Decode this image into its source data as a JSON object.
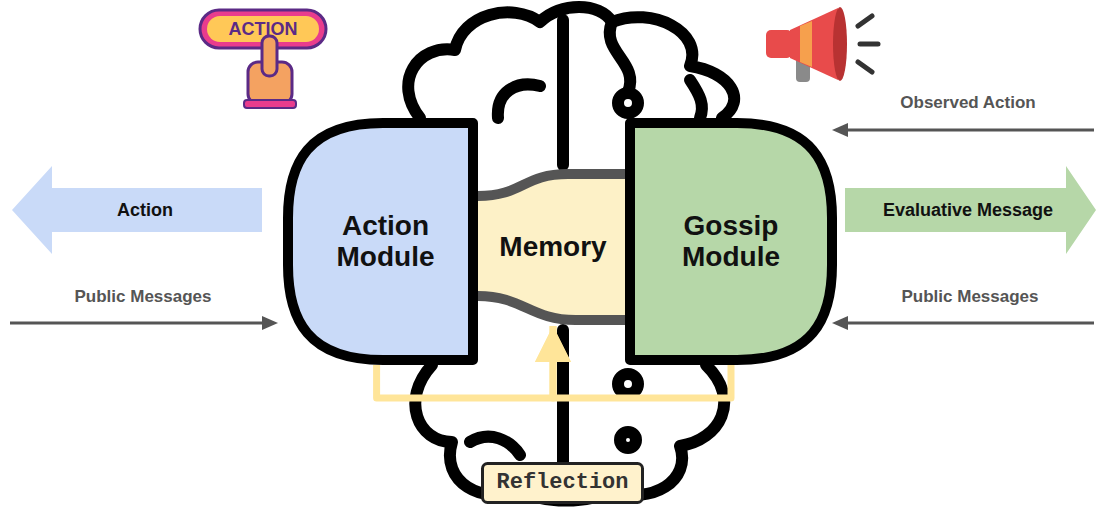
{
  "diagram": {
    "nodes": [
      {
        "text": [
          "Action Module"
        ]
      },
      {
        "text": [
          "Memory"
        ]
      },
      {
        "text": [
          "Gossip Module"
        ]
      },
      {
        "text": [
          "Reflection"
        ]
      }
    ],
    "edges": [
      {
        "from": 0,
        "to": 1,
        "arrow": "to"
      },
      {
        "from": 2,
        "to": 1,
        "arrow": "to"
      }
    ],
    "labels": [
      "ACTION",
      "Action",
      "Public Messages",
      "Observed Action",
      "Evaluative Message",
      "Public Messages"
    ]
  }
}
